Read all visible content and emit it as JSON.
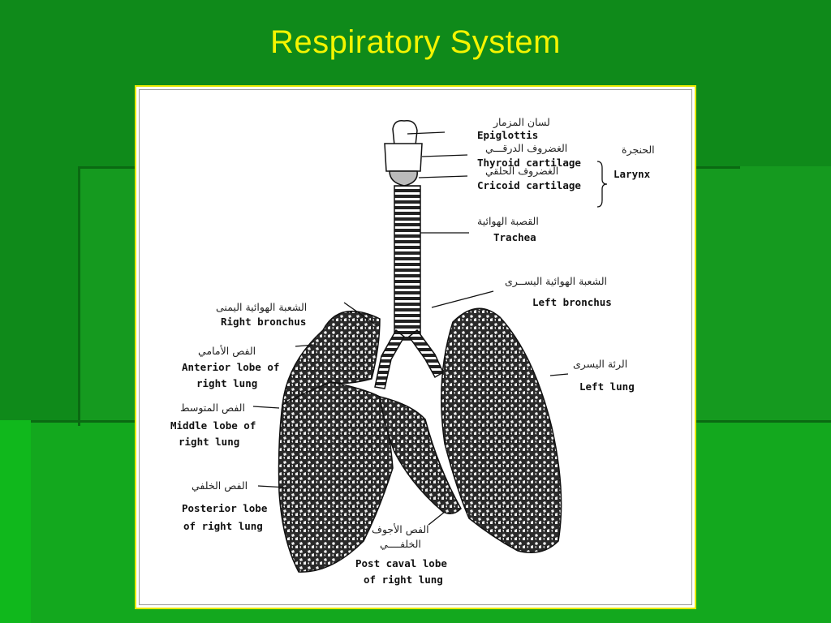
{
  "slide": {
    "title": "Respiratory  System"
  },
  "colors": {
    "background": "#0f8a1a",
    "title": "#f4f400",
    "frame_border": "#e8e800",
    "lung_fill": "#2a2a2a"
  },
  "labels": {
    "epiglottis": {
      "ar": "لسان المزمار",
      "en": "Epiglottis"
    },
    "thyroid": {
      "ar": "الغضروف الدرقـــي",
      "en": "Thyroid cartilage"
    },
    "cricoid": {
      "ar": "الغضروف الحلقي",
      "en": "Cricoid cartilage"
    },
    "larynx": {
      "ar": "الحنجرة",
      "en": "Larynx"
    },
    "trachea": {
      "ar": "القصبة الهوائية",
      "en": "Trachea"
    },
    "left_bronchus": {
      "ar": "الشعبة الهوائية اليســرى",
      "en": "Left bronchus"
    },
    "right_bronchus": {
      "ar": "الشعبة الهوائية اليمنى",
      "en": "Right bronchus"
    },
    "anterior_lobe": {
      "ar": "الفص الأمامي",
      "en_line1": "Anterior lobe of",
      "en_line2": "right lung"
    },
    "left_lung": {
      "ar": "الرئة اليسرى",
      "en": "Left lung"
    },
    "middle_lobe": {
      "ar": "الفص المتوسط",
      "en_line1": "Middle lobe of",
      "en_line2": "right lung"
    },
    "posterior_lobe": {
      "ar": "الفص الخلفي",
      "en_line1": "Posterior lobe",
      "en_line2": "of right lung"
    },
    "post_caval": {
      "ar_line1": "الفص الأجوف",
      "ar_line2": "الخلفــــي",
      "en_line1": "Post caval lobe",
      "en_line2": "of right lung"
    }
  }
}
